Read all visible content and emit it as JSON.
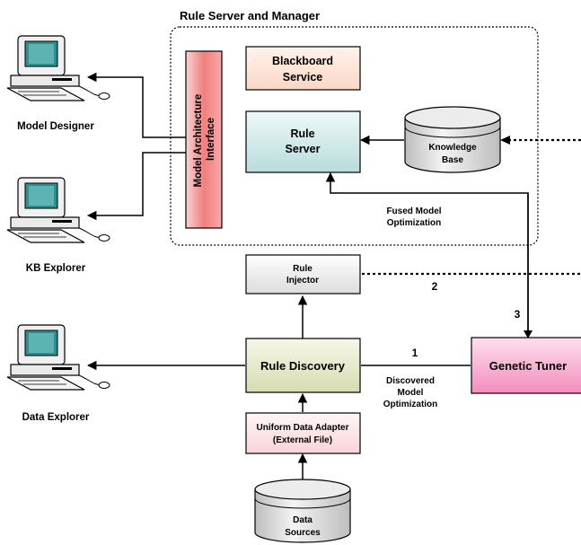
{
  "group_title": "Rule Server and Manager",
  "computers": {
    "model_designer": "Model Designer",
    "kb_explorer": "KB Explorer",
    "data_explorer": "Data Explorer"
  },
  "boxes": {
    "model_architecture_interface": [
      "Model Architecture",
      "Interface"
    ],
    "blackboard_service": [
      "Blackboard",
      "Service"
    ],
    "rule_server": [
      "Rule",
      "Server"
    ],
    "knowledge_base": [
      "Knowledge",
      "Base"
    ],
    "rule_injector": [
      "Rule",
      "Injector"
    ],
    "rule_discovery": "Rule Discovery",
    "genetic_tuner": "Genetic Tuner",
    "uniform_data_adapter": [
      "Uniform Data Adapter",
      "(External File)"
    ],
    "data_sources": [
      "Data",
      "Sources"
    ]
  },
  "annotations": {
    "fused_model_optimization": [
      "Fused Model",
      "Optimization"
    ],
    "discovered_model_optimization": [
      "Discovered",
      "Model",
      "Optimization"
    ],
    "step_1": "1",
    "step_2": "2",
    "step_3": "3"
  },
  "colors": {
    "interface_fill": "#f27f7f",
    "blackboard_fill": "#fde5d8",
    "rule_server_fill": "#d7ecec",
    "rule_injector_fill": "#f2f2f2",
    "rule_discovery_fill": "#e9ecd1",
    "genetic_tuner_fill": "#f9b5d4",
    "adapter_fill": "#fde8ea",
    "cylinder_fill": "#e3e3e3",
    "monitor_screen": "#2f8f8f"
  }
}
